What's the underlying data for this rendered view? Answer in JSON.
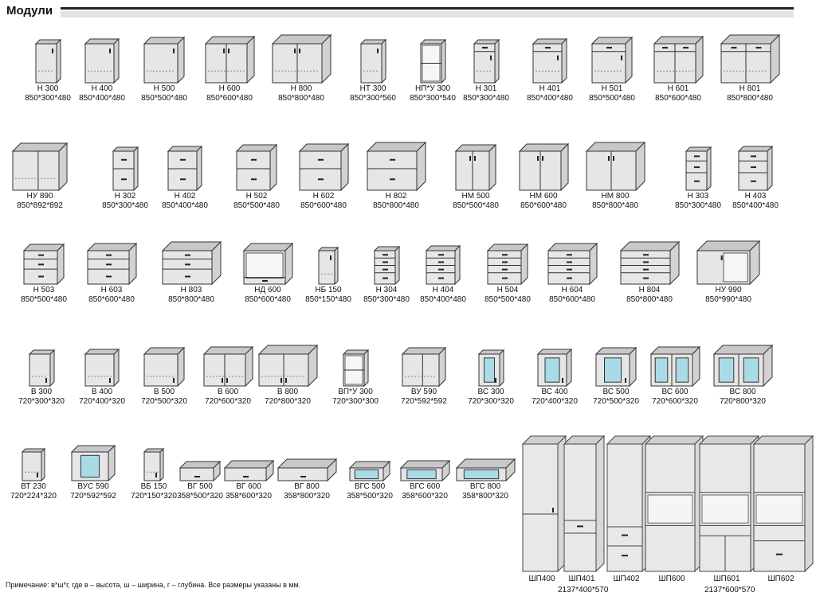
{
  "header": {
    "title": "Модули"
  },
  "rows": [
    [
      {
        "name": "Н 300",
        "dims": "850*300*480",
        "kind": "base"
      },
      {
        "name": "Н 400",
        "dims": "850*400*480",
        "kind": "base"
      },
      {
        "name": "Н 500",
        "dims": "850*500*480",
        "kind": "base"
      },
      {
        "name": "Н 600",
        "dims": "850*600*480",
        "kind": "base2"
      },
      {
        "name": "Н 800",
        "dims": "850*800*480",
        "kind": "base2"
      },
      {
        "name": "НТ 300",
        "dims": "850*300*560",
        "kind": "base"
      },
      {
        "name": "НП*У 300",
        "dims": "850*300*540",
        "kind": "shelf"
      },
      {
        "name": "Н 301",
        "dims": "850*300*480",
        "kind": "drawer1"
      },
      {
        "name": "Н 401",
        "dims": "850*400*480",
        "kind": "drawer1"
      },
      {
        "name": "Н 501",
        "dims": "850*500*480",
        "kind": "drawer1"
      },
      {
        "name": "Н 601",
        "dims": "850*600*480",
        "kind": "drawer2"
      },
      {
        "name": "Н 801",
        "dims": "850*800*480",
        "kind": "drawer2"
      }
    ],
    [
      {
        "name": "НУ 890",
        "dims": "850*892*892",
        "kind": "corner"
      },
      {
        "name": "Н 302",
        "dims": "850*300*480",
        "kind": "drawers2"
      },
      {
        "name": "Н 402",
        "dims": "850*400*480",
        "kind": "drawers2"
      },
      {
        "name": "Н 502",
        "dims": "850*500*480",
        "kind": "drawers2"
      },
      {
        "name": "Н 602",
        "dims": "850*600*480",
        "kind": "drawers2"
      },
      {
        "name": "Н 802",
        "dims": "850*800*480",
        "kind": "drawers2"
      },
      {
        "name": "НМ 500",
        "dims": "850*500*480",
        "kind": "sink"
      },
      {
        "name": "НМ 600",
        "dims": "850*600*480",
        "kind": "sink"
      },
      {
        "name": "НМ 800",
        "dims": "850*800*480",
        "kind": "sink"
      },
      {
        "name": "Н 303",
        "dims": "850*300*480",
        "kind": "drawers3"
      },
      {
        "name": "Н 403",
        "dims": "850*400*480",
        "kind": "drawers3"
      }
    ],
    [
      {
        "name": "Н 503",
        "dims": "850*500*480",
        "kind": "drawers3"
      },
      {
        "name": "Н 603",
        "dims": "850*600*480",
        "kind": "drawers3"
      },
      {
        "name": "Н 803",
        "dims": "850*800*480",
        "kind": "drawers3"
      },
      {
        "name": "НД 600",
        "dims": "850*600*480",
        "kind": "oven"
      },
      {
        "name": "НБ 150",
        "dims": "850*150*480",
        "kind": "base"
      },
      {
        "name": "Н 304",
        "dims": "850*300*480",
        "kind": "drawers4"
      },
      {
        "name": "Н 404",
        "dims": "850*400*480",
        "kind": "drawers4"
      },
      {
        "name": "Н 504",
        "dims": "850*500*480",
        "kind": "drawers4"
      },
      {
        "name": "Н 604",
        "dims": "850*600*480",
        "kind": "drawers4"
      },
      {
        "name": "Н 804",
        "dims": "850*800*480",
        "kind": "drawers4"
      },
      {
        "name": "НУ 990",
        "dims": "850*990*480",
        "kind": "open"
      }
    ],
    [
      {
        "name": "В 300",
        "dims": "720*300*320",
        "kind": "wall"
      },
      {
        "name": "В 400",
        "dims": "720*400*320",
        "kind": "wall"
      },
      {
        "name": "В 500",
        "dims": "720*500*320",
        "kind": "wall"
      },
      {
        "name": "В 600",
        "dims": "720*600*320",
        "kind": "wall2"
      },
      {
        "name": "В 800",
        "dims": "720*800*320",
        "kind": "wall2"
      },
      {
        "name": "ВП*У 300",
        "dims": "720*300*300",
        "kind": "wallshelf"
      },
      {
        "name": "ВУ 590",
        "dims": "720*592*592",
        "kind": "wallcorner"
      },
      {
        "name": "ВС 300",
        "dims": "720*300*320",
        "kind": "glass"
      },
      {
        "name": "ВС 400",
        "dims": "720*400*320",
        "kind": "glass"
      },
      {
        "name": "ВС 500",
        "dims": "720*500*320",
        "kind": "glass"
      },
      {
        "name": "ВС 600",
        "dims": "720*600*320",
        "kind": "glass2"
      },
      {
        "name": "ВС 800",
        "dims": "720*800*320",
        "kind": "glass2"
      }
    ],
    [
      {
        "name": "ВТ 230",
        "dims": "720*224*320",
        "kind": "wall"
      },
      {
        "name": "ВУС 590",
        "dims": "720*592*592",
        "kind": "glasscorner"
      },
      {
        "name": "ВБ 150",
        "dims": "720*150*320",
        "kind": "wall"
      },
      {
        "name": "ВГ 500",
        "dims": "358*500*320",
        "kind": "hood"
      },
      {
        "name": "ВГ 600",
        "dims": "358*600*320",
        "kind": "hood"
      },
      {
        "name": "ВГ 800",
        "dims": "358*800*320",
        "kind": "hood"
      },
      {
        "name": "ВГС 500",
        "dims": "358*500*320",
        "kind": "hoodglass"
      },
      {
        "name": "ВГС 600",
        "dims": "358*600*320",
        "kind": "hoodglass"
      },
      {
        "name": "ВГС 800",
        "dims": "358*800*320",
        "kind": "hoodglass"
      }
    ]
  ],
  "tall": [
    {
      "name": "ШП400",
      "kind": "tall1"
    },
    {
      "name": "ШП401",
      "kind": "tall2"
    },
    {
      "name": "ШП402",
      "kind": "tall3"
    },
    {
      "name": "ШП600",
      "kind": "tall4"
    },
    {
      "name": "ШП601",
      "kind": "tall5"
    },
    {
      "name": "ШП602",
      "kind": "tall6"
    }
  ],
  "tall_dims": [
    "2137*400*570",
    "2137*600*570"
  ],
  "note": "Примечание:  в*ш*г, где в – высота, ш – ширина, г – глубина. Все размеры указаны в мм.",
  "colors": {
    "body": "#e6e6e6",
    "outline": "#333333",
    "glass": "#a9dbe6",
    "top": "#c8c8c8"
  }
}
